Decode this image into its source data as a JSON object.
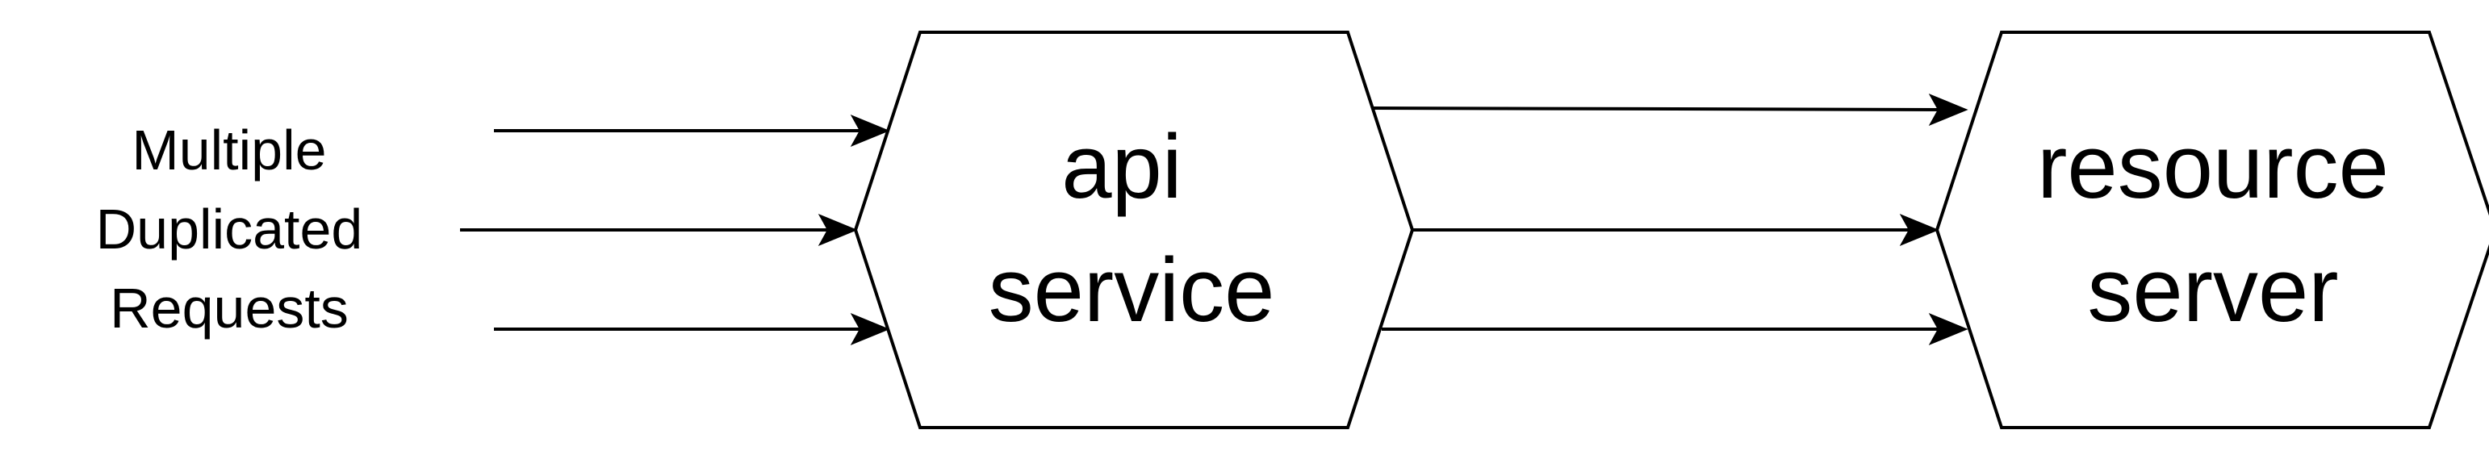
{
  "diagram": {
    "source_label": {
      "line1": "Multiple",
      "line2": "Duplicated",
      "line3": "Requests"
    },
    "nodes": {
      "api_service": {
        "line1": "api",
        "line2": "service"
      },
      "resource_server": {
        "line1": "resource",
        "line2": "server"
      }
    },
    "edges": [
      {
        "from": "source_label",
        "to": "api_service"
      },
      {
        "from": "source_label",
        "to": "api_service"
      },
      {
        "from": "source_label",
        "to": "api_service"
      },
      {
        "from": "api_service",
        "to": "resource_server"
      },
      {
        "from": "api_service",
        "to": "resource_server"
      },
      {
        "from": "api_service",
        "to": "resource_server"
      }
    ],
    "colors": {
      "stroke": "#000000",
      "fill": "#ffffff",
      "text": "#000000"
    }
  }
}
